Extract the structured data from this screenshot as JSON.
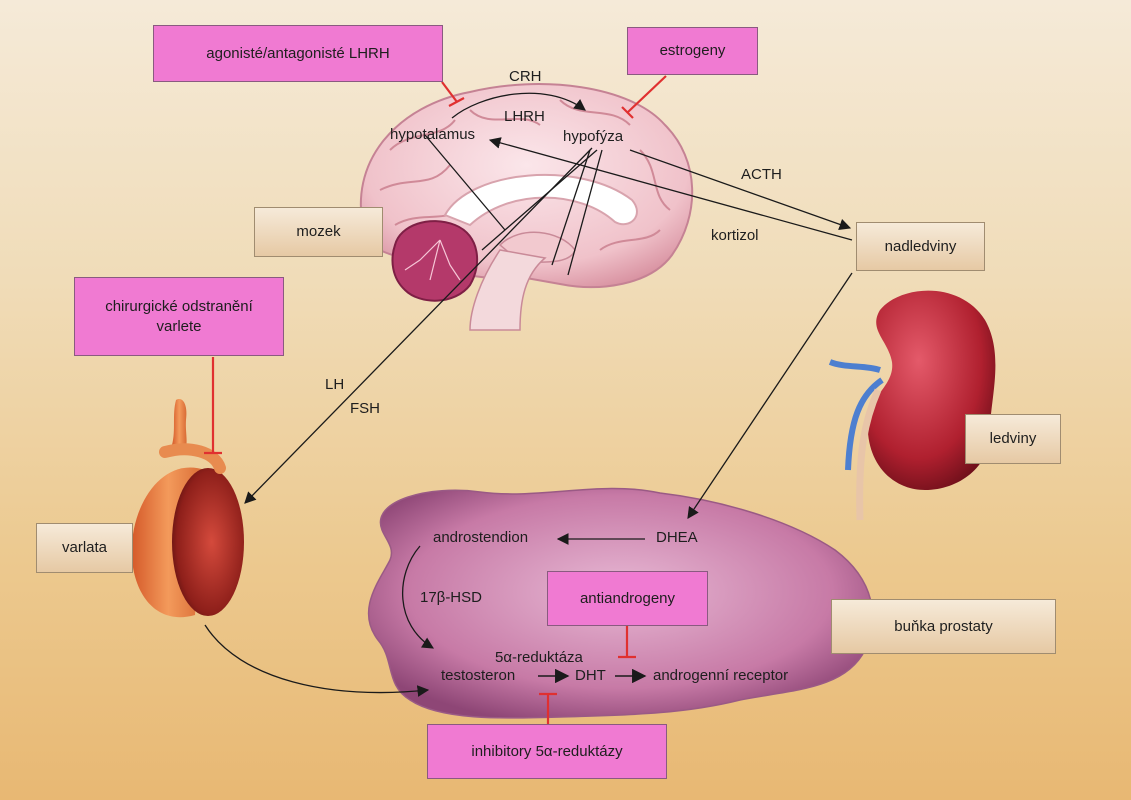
{
  "boxes": {
    "lhrh_agonists": "agonisté/antagonisté LHRH",
    "estrogens": "estrogeny",
    "brain": "mozek",
    "adrenals": "nadledviny",
    "orchiectomy_line1": "chirurgické odstranění",
    "orchiectomy_line2": "varlete",
    "kidneys": "ledviny",
    "testes": "varlata",
    "antiandrogens": "antiandrogeny",
    "prostate_cell": "buňka prostaty",
    "reductase_inhibitors": "inhibitory 5α-reduktázy"
  },
  "labels": {
    "crh": "CRH",
    "lhrh": "LHRH",
    "hypothalamus": "hypotalamus",
    "pituitary": "hypofýza",
    "acth": "ACTH",
    "cortisol": "kortizol",
    "lh": "LH",
    "fsh": "FSH",
    "androstenedione": "androstendion",
    "dhea": "DHEA",
    "hsd": "17β-HSD",
    "reductase": "5α-reduktáza",
    "testosterone": "testosteron",
    "dht": "DHT",
    "androgen_receptor": "androgenní receptor"
  },
  "colors": {
    "inhibit": "#e03030",
    "arrow": "#1a1a1a",
    "pink_box": "#f07ad2",
    "cell": "#c77aa6"
  }
}
